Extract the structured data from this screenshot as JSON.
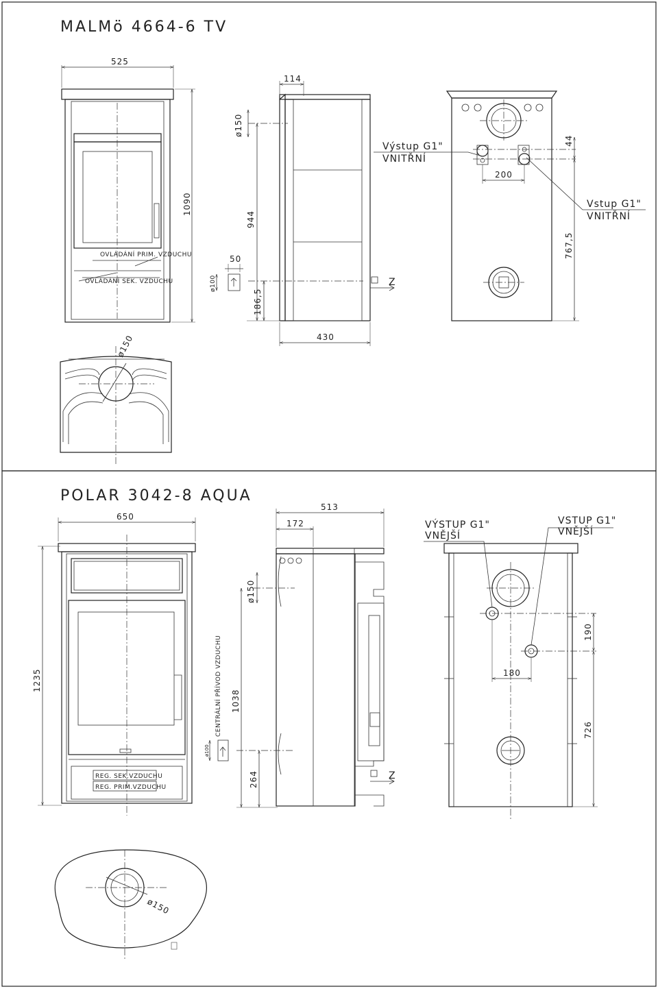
{
  "top_model": {
    "title": "MALMö 4664-6 TV",
    "dims": {
      "width": "525",
      "height": "1090",
      "offset_top": "114",
      "flue_diameter": "ø150",
      "flue_height": "944",
      "air_inlet_diameter": "ø100",
      "air_inlet_width": "50",
      "air_inlet_height": "186,5",
      "depth": "430",
      "rear_spacing": "200",
      "rear_offset": "44",
      "rear_inlet_height": "767,5",
      "top_flue_diameter": "ø150"
    },
    "labels": {
      "primary_air": "OVLÁDÁNÍ PRIM. VZDUCHU",
      "secondary_air": "OVLÁDÁNÍ SEK. VZDUCHU",
      "outlet": "Výstup G1\"",
      "outlet_sub": "VNITŘNÍ",
      "inlet": "Vstup G1\"",
      "inlet_sub": "VNITŘNÍ",
      "direction": "Z"
    }
  },
  "bottom_model": {
    "title": "POLAR 3042-8 AQUA",
    "dims": {
      "width": "650",
      "height": "1235",
      "depth": "513",
      "offset_top": "172",
      "flue_diameter": "ø150",
      "flue_height": "1038",
      "air_inlet_diameter": "ø100",
      "air_inlet_height": "264",
      "rear_spacing": "180",
      "rear_offset": "190",
      "rear_inlet_height": "726",
      "top_flue_diameter": "ø150"
    },
    "labels": {
      "central_air": "CENTRÁLNÍ PŘÍVOD VZDUCHU",
      "secondary_air": "REG. SEK.VZDUCHU",
      "primary_air": "REG. PRIM.VZDUCHU",
      "outlet": "VÝSTUP G1\"",
      "outlet_sub": "VNĚJŠÍ",
      "inlet": "VSTUP G1\"",
      "inlet_sub": "VNĚJŠÍ",
      "direction": "Z"
    }
  }
}
